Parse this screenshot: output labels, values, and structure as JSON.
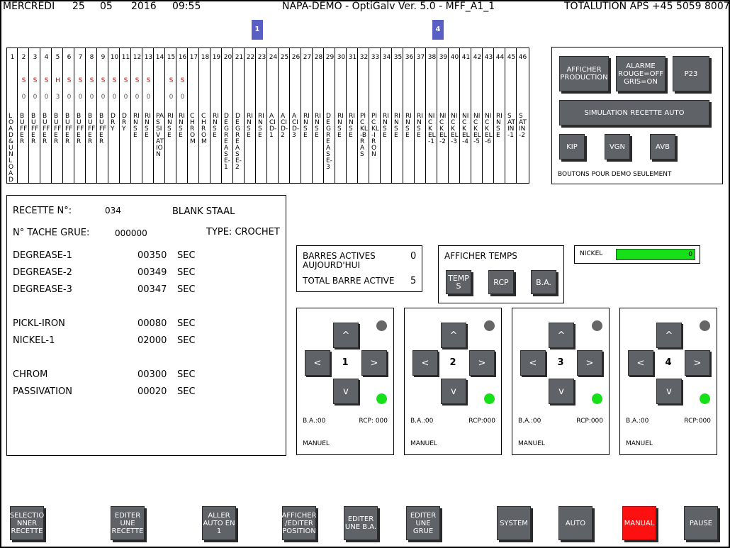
{
  "header": {
    "day": "MERCREDI",
    "dd": "25",
    "mm": "05",
    "yyyy": "2016",
    "time": "09:55",
    "title": "NAPA-DEMO - OptiGalv Ver. 5.0 - MFF_A1_1",
    "company": "TOTALUTION APS +45 5059 8007"
  },
  "crane_markers": [
    "1",
    "4"
  ],
  "tanks": [
    {
      "n": "1",
      "s": "",
      "c": "",
      "name": "LOAD&UNLOAD"
    },
    {
      "n": "2",
      "s": "S",
      "c": "0",
      "name": "BUFFER"
    },
    {
      "n": "3",
      "s": "S",
      "c": "0",
      "name": "BUFFER"
    },
    {
      "n": "4",
      "s": "S",
      "c": "0",
      "name": "BUFFER"
    },
    {
      "n": "5",
      "s": "H",
      "c": "3",
      "name": "BUFFER"
    },
    {
      "n": "6",
      "s": "S",
      "c": "0",
      "name": "BUFFER"
    },
    {
      "n": "7",
      "s": "S",
      "c": "0",
      "name": "BUFFER"
    },
    {
      "n": "8",
      "s": "S",
      "c": "0",
      "name": "BUFFER"
    },
    {
      "n": "9",
      "s": "S",
      "c": "0",
      "name": "BUFFER"
    },
    {
      "n": "10",
      "s": "S",
      "c": "0",
      "name": "DRY"
    },
    {
      "n": "11",
      "s": "S",
      "c": "0",
      "name": "DRY"
    },
    {
      "n": "12",
      "s": "S",
      "c": "0",
      "name": "RINSE"
    },
    {
      "n": "13",
      "s": "S",
      "c": "0",
      "name": "RINSE"
    },
    {
      "n": "14",
      "s": "",
      "c": "",
      "name": "PASSIVATION"
    },
    {
      "n": "15",
      "s": "S",
      "c": "0",
      "name": "RINSE"
    },
    {
      "n": "16",
      "s": "S",
      "c": "0",
      "name": "RINSE"
    },
    {
      "n": "17",
      "s": "",
      "c": "",
      "name": "CHROM"
    },
    {
      "n": "18",
      "s": "",
      "c": "",
      "name": "CHROM"
    },
    {
      "n": "19",
      "s": "",
      "c": "",
      "name": "RINSE"
    },
    {
      "n": "20",
      "s": "",
      "c": "",
      "name": "DEGREASE-1"
    },
    {
      "n": "21",
      "s": "",
      "c": "",
      "name": "DEGREASE-2"
    },
    {
      "n": "22",
      "s": "",
      "c": "",
      "name": "RINSE"
    },
    {
      "n": "23",
      "s": "",
      "c": "",
      "name": "RINSE"
    },
    {
      "n": "24",
      "s": "",
      "c": "",
      "name": "ACID-1"
    },
    {
      "n": "25",
      "s": "",
      "c": "",
      "name": "ACID-2"
    },
    {
      "n": "26",
      "s": "",
      "c": "",
      "name": "ACID-3"
    },
    {
      "n": "27",
      "s": "",
      "c": "",
      "name": "RINSE"
    },
    {
      "n": "28",
      "s": "",
      "c": "",
      "name": "RINSE"
    },
    {
      "n": "29",
      "s": "",
      "c": "",
      "name": "DEGREASE-3"
    },
    {
      "n": "30",
      "s": "",
      "c": "",
      "name": "RINSE"
    },
    {
      "n": "31",
      "s": "",
      "c": "",
      "name": "RINSE"
    },
    {
      "n": "32",
      "s": "",
      "c": "",
      "name": "PICKL-BRAS"
    },
    {
      "n": "33",
      "s": "",
      "c": "",
      "name": "PICKL-IRON"
    },
    {
      "n": "34",
      "s": "",
      "c": "",
      "name": "RINSE"
    },
    {
      "n": "35",
      "s": "",
      "c": "",
      "name": "RINSE"
    },
    {
      "n": "36",
      "s": "",
      "c": "",
      "name": "RINSE"
    },
    {
      "n": "37",
      "s": "",
      "c": "",
      "name": "RINSE"
    },
    {
      "n": "38",
      "s": "",
      "c": "",
      "name": "NICKEL-1"
    },
    {
      "n": "39",
      "s": "",
      "c": "",
      "name": "NICKEL-2"
    },
    {
      "n": "40",
      "s": "",
      "c": "",
      "name": "NICKEL-3"
    },
    {
      "n": "41",
      "s": "",
      "c": "",
      "name": "NICKEL-4"
    },
    {
      "n": "42",
      "s": "",
      "c": "",
      "name": "NICKEL-5"
    },
    {
      "n": "43",
      "s": "",
      "c": "",
      "name": "NICKEL-6"
    },
    {
      "n": "44",
      "s": "",
      "c": "",
      "name": "RINSE"
    },
    {
      "n": "45",
      "s": "",
      "c": "",
      "name": "SATIN-1"
    },
    {
      "n": "46",
      "s": "",
      "c": "",
      "name": "SATIN-2"
    }
  ],
  "demo": {
    "afficher_production": "AFFICHER PRODUCTION",
    "alarme": "ALARME ROUGE=OFF GRIS=ON",
    "p23": "P23",
    "simulation": "SIMULATION RECETTE AUTO",
    "kip": "KIP",
    "vgn": "VGN",
    "avb": "AVB",
    "note": "BOUTONS POUR DEMO SEULEMENT"
  },
  "recipe": {
    "recette_label": "RECETTE N°:",
    "recette_num": "034",
    "recette_name": "BLANK STAAL",
    "tache_label": "N° TACHE GRUE:",
    "tache_num": "000000",
    "type": "TYPE: CROCHET",
    "steps": [
      {
        "name": "DEGREASE-1",
        "time": "00350",
        "unit": "SEC"
      },
      {
        "name": "DEGREASE-2",
        "time": "00349",
        "unit": "SEC"
      },
      {
        "name": "DEGREASE-3",
        "time": "00347",
        "unit": "SEC"
      },
      {
        "name": "PICKL-IRON",
        "time": "00080",
        "unit": "SEC"
      },
      {
        "name": "NICKEL-1",
        "time": "02000",
        "unit": "SEC"
      },
      {
        "name": "CHROM",
        "time": "00300",
        "unit": "SEC"
      },
      {
        "name": "PASSIVATION",
        "time": "00020",
        "unit": "SEC"
      }
    ]
  },
  "bars": {
    "active_label": "BARRES ACTIVES AUJOURD'HUI",
    "active_value": "0",
    "total_label": "TOTAL BARRE ACTIVE",
    "total_value": "5"
  },
  "temps": {
    "title": "AFFICHER TEMPS",
    "temps_btn": "TEMP S",
    "rcp_btn": "RCP",
    "ba_btn": "B.A."
  },
  "nickel": {
    "label": "NICKEL",
    "value": "0",
    "fill_fraction": 1.0,
    "color": "#18e018"
  },
  "cranes": [
    {
      "id": "1",
      "ba": "B.A.:00",
      "rcp": "RCP:  000",
      "mode": "MANUEL"
    },
    {
      "id": "2",
      "ba": "B.A.:00",
      "rcp": "RCP:000",
      "mode": "MANUEL"
    },
    {
      "id": "3",
      "ba": "B.A.:00",
      "rcp": "RCP:000",
      "mode": "MANUEL"
    },
    {
      "id": "4",
      "ba": "B.A.:00",
      "rcp": "RCP:000",
      "mode": "MANUEL"
    }
  ],
  "arrows": {
    "up": "^",
    "down": "v",
    "left": "<",
    "right": ">"
  },
  "bottom": [
    {
      "key": "select",
      "label": "SELECTIO NNER RECETTE"
    },
    {
      "key": "edit-recipe",
      "label": "EDITER UNE RECETTE"
    },
    {
      "key": "auto1",
      "label": "ALLER AUTO EN 1"
    },
    {
      "key": "position",
      "label": "AFFICHER /EDITER POSITION"
    },
    {
      "key": "edit-ba",
      "label": "EDITER UNE B.A."
    },
    {
      "key": "edit-crane",
      "label": "EDITER UNE GRUE"
    },
    {
      "key": "system",
      "label": "SYSTEM"
    },
    {
      "key": "auto",
      "label": "AUTO"
    },
    {
      "key": "manual",
      "label": "MANUAL"
    },
    {
      "key": "pause",
      "label": "PAUSE"
    }
  ],
  "colors": {
    "button": "#5f6266",
    "manual_active": "#ff1010",
    "led_off": "#666666",
    "led_on": "#18e018",
    "marker": "#5a5fc4"
  }
}
